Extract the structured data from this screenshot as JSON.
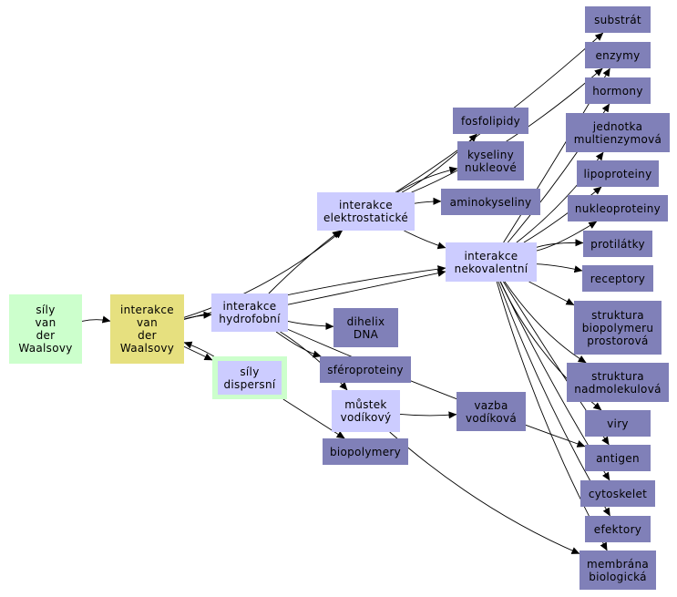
{
  "nodes": {
    "sily_vdw": {
      "text": "síly\nvan\nder\nWaalsovy"
    },
    "interakce_vdw": {
      "text": "interakce\nvan\nder\nWaalsovy"
    },
    "hydrofobni": {
      "text": "interakce\nhydrofobní"
    },
    "dispersni": {
      "text": "síly\ndispersní"
    },
    "elektrostaticke": {
      "text": "interakce\nelektrostatické"
    },
    "nekovalentni": {
      "text": "interakce\nnekovalentní"
    },
    "dihelix": {
      "text": "dihelix\nDNA"
    },
    "sferoproteiny": {
      "text": "sféroproteiny"
    },
    "mustek": {
      "text": "můstek\nvodíkový"
    },
    "vazba": {
      "text": "vazba\nvodíková"
    },
    "biopolymery": {
      "text": "biopolymery"
    },
    "fosfolipidy": {
      "text": "fosfolipidy"
    },
    "kyseliny": {
      "text": "kyseliny\nnukleové"
    },
    "aminokyseliny": {
      "text": "aminokyseliny"
    },
    "substrat": {
      "text": "substrát"
    },
    "enzymy": {
      "text": "enzymy"
    },
    "hormony": {
      "text": "hormony"
    },
    "jednotka": {
      "text": "jednotka\nmultienzymová"
    },
    "lipoproteiny": {
      "text": "lipoproteiny"
    },
    "nukleoproteiny": {
      "text": "nukleoproteiny"
    },
    "protilatky": {
      "text": "protilátky"
    },
    "receptory": {
      "text": "receptory"
    },
    "struktura_bio": {
      "text": "struktura\nbiopolymeru\nprostorová"
    },
    "struktura_nad": {
      "text": "struktura\nnadmolekulová"
    },
    "viry": {
      "text": "viry"
    },
    "antigen": {
      "text": "antigen"
    },
    "cytoskelet": {
      "text": "cytoskelet"
    },
    "efektory": {
      "text": "efektory"
    },
    "membrana": {
      "text": "membrána\nbiologická"
    }
  },
  "edges": [
    [
      "sily_vdw",
      "interakce_vdw"
    ],
    [
      "interakce_vdw",
      "hydrofobni"
    ],
    [
      "interakce_vdw",
      "dispersni"
    ],
    [
      "dispersni",
      "interakce_vdw"
    ],
    [
      "interakce_vdw",
      "elektrostaticke"
    ],
    [
      "interakce_vdw",
      "nekovalentni"
    ],
    [
      "hydrofobni",
      "elektrostaticke"
    ],
    [
      "hydrofobni",
      "nekovalentni"
    ],
    [
      "hydrofobni",
      "dihelix"
    ],
    [
      "hydrofobni",
      "sferoproteiny"
    ],
    [
      "hydrofobni",
      "mustek"
    ],
    [
      "hydrofobni",
      "antigen"
    ],
    [
      "dispersni",
      "biopolymery"
    ],
    [
      "mustek",
      "vazba"
    ],
    [
      "elektrostaticke",
      "fosfolipidy"
    ],
    [
      "elektrostaticke",
      "kyseliny"
    ],
    [
      "elektrostaticke",
      "aminokyseliny"
    ],
    [
      "elektrostaticke",
      "substrat"
    ],
    [
      "elektrostaticke",
      "nekovalentni"
    ],
    [
      "elektrostaticke",
      "enzymy"
    ],
    [
      "nekovalentni",
      "enzymy"
    ],
    [
      "nekovalentni",
      "hormony"
    ],
    [
      "nekovalentni",
      "jednotka"
    ],
    [
      "nekovalentni",
      "lipoproteiny"
    ],
    [
      "nekovalentni",
      "nukleoproteiny"
    ],
    [
      "nekovalentni",
      "protilatky"
    ],
    [
      "nekovalentni",
      "receptory"
    ],
    [
      "nekovalentni",
      "struktura_bio"
    ],
    [
      "nekovalentni",
      "struktura_nad"
    ],
    [
      "nekovalentni",
      "viry"
    ],
    [
      "nekovalentni",
      "antigen"
    ],
    [
      "nekovalentni",
      "cytoskelet"
    ],
    [
      "nekovalentni",
      "efektory"
    ],
    [
      "nekovalentni",
      "membrana"
    ],
    [
      "mustek",
      "membrana"
    ]
  ]
}
